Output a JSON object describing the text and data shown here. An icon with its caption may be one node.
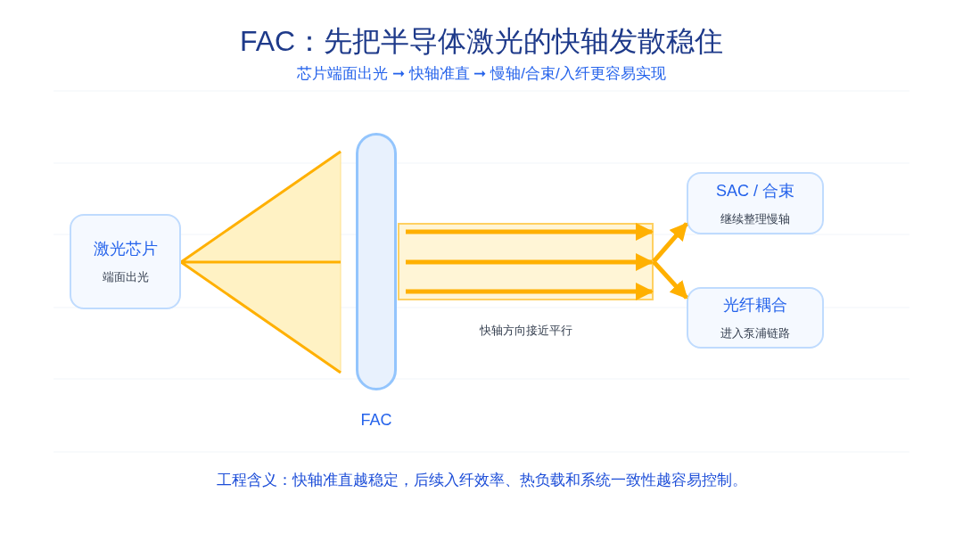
{
  "diagram": {
    "title": "FAC：先把半导体激光的快轴发散稳住",
    "nodes": [
      {
        "text": [
          "激光芯片",
          "端面出光"
        ]
      },
      {
        "text": [],
        "shape": "bar",
        "beside": [
          "FAC"
        ]
      },
      {
        "text": [],
        "shape": "bar",
        "beside": [
          "快轴方向接近平行"
        ]
      },
      {
        "text": [
          "SAC / 合束",
          "继续整理慢轴"
        ]
      },
      {
        "text": [
          "光纤耦合",
          "进入泵浦链路"
        ]
      }
    ],
    "edges": [
      {
        "from": 2,
        "to": 3,
        "arrow": "to"
      },
      {
        "from": 2,
        "to": 4,
        "arrow": "to"
      }
    ],
    "labels": [
      "芯片端面出光 ➞ 快轴准直 ➞ 慢轴/合束/入纤更容易实现"
    ],
    "caption": "工程含义：快轴准直越稳定，后续入纤效率、热负载和系统一致性越容易控制。"
  }
}
